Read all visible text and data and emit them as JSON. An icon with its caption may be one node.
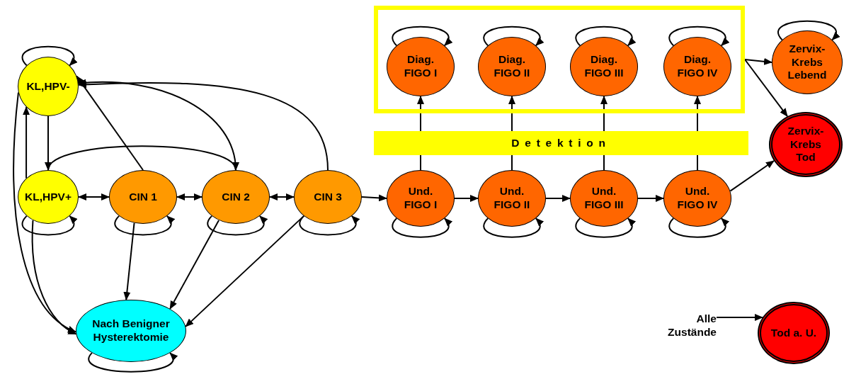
{
  "diagram": {
    "nodes": [
      {
        "text": [
          "KL,HPV-"
        ]
      },
      {
        "text": [],
        "shape": "box"
      },
      {
        "text": [
          "Diag. FIGO I"
        ],
        "in": 1
      },
      {
        "text": [
          "Diag. FIGO II"
        ],
        "in": 1
      },
      {
        "text": [
          "Diag. FIGO III"
        ],
        "in": 1
      },
      {
        "text": [
          "Diag. FIGO IV"
        ],
        "in": 1
      },
      {
        "text": [
          "Zervix- Krebs Lebend"
        ]
      },
      {
        "text": [
          "Detektion"
        ]
      },
      {
        "text": [
          "Zervix- Krebs Tod"
        ]
      },
      {
        "text": [
          "KL,HPV+"
        ]
      },
      {
        "text": [
          "CIN 1"
        ]
      },
      {
        "text": [
          "CIN 2"
        ]
      },
      {
        "text": [
          "CIN 3"
        ]
      },
      {
        "text": [
          "Und. FIGO I"
        ]
      },
      {
        "text": [
          "Und. FIGO II"
        ]
      },
      {
        "text": [
          "Und. FIGO III"
        ]
      },
      {
        "text": [
          "Und. FIGO IV"
        ]
      },
      {
        "text": [
          "Nach Benigner Hysterektomie"
        ]
      },
      {
        "text": [
          "Alle Zustände"
        ]
      },
      {
        "text": [
          "Tod a. U."
        ]
      }
    ],
    "edges": [
      {
        "from": 0,
        "to": 0,
        "arrow": "to"
      },
      {
        "from": 2,
        "to": 2,
        "arrow": "to"
      },
      {
        "from": 3,
        "to": 3,
        "arrow": "to"
      },
      {
        "from": 4,
        "to": 4,
        "arrow": "to"
      },
      {
        "from": 5,
        "to": 5,
        "arrow": "to"
      },
      {
        "from": 6,
        "to": 6,
        "arrow": "to"
      },
      {
        "from": 1,
        "to": 6,
        "arrow": "to"
      },
      {
        "from": 1,
        "to": 8,
        "arrow": "to"
      },
      {
        "from": 13,
        "to": 7,
        "arrow": "none"
      },
      {
        "from": 14,
        "to": 7,
        "arrow": "none"
      },
      {
        "from": 15,
        "to": 7,
        "arrow": "none"
      },
      {
        "from": 16,
        "to": 7,
        "arrow": "none"
      },
      {
        "from": 7,
        "to": 2,
        "arrow": "to"
      },
      {
        "from": 7,
        "to": 3,
        "arrow": "to"
      },
      {
        "from": 7,
        "to": 4,
        "arrow": "to"
      },
      {
        "from": 7,
        "to": 5,
        "arrow": "to"
      },
      {
        "from": 0,
        "to": 9,
        "arrow": "to"
      },
      {
        "from": 9,
        "to": 0,
        "arrow": "to"
      },
      {
        "from": 9,
        "to": 9,
        "arrow": "to"
      },
      {
        "from": 9,
        "to": 10,
        "arrow": "both"
      },
      {
        "from": 10,
        "to": 0,
        "arrow": "to"
      },
      {
        "from": 10,
        "to": 11,
        "arrow": "both"
      },
      {
        "from": 10,
        "to": 10,
        "arrow": "to"
      },
      {
        "from": 10,
        "to": 17,
        "arrow": "to"
      },
      {
        "from": 9,
        "to": 11,
        "arrow": "to"
      },
      {
        "from": 11,
        "to": 0,
        "arrow": "to"
      },
      {
        "from": 11,
        "to": 12,
        "arrow": "both"
      },
      {
        "from": 11,
        "to": 11,
        "arrow": "to"
      },
      {
        "from": 11,
        "to": 17,
        "arrow": "to"
      },
      {
        "from": 12,
        "to": 0,
        "arrow": "to"
      },
      {
        "from": 12,
        "to": 12,
        "arrow": "to"
      },
      {
        "from": 12,
        "to": 17,
        "arrow": "to"
      },
      {
        "from": 12,
        "to": 13,
        "arrow": "to"
      },
      {
        "from": 13,
        "to": 14,
        "arrow": "to"
      },
      {
        "from": 14,
        "to": 15,
        "arrow": "to"
      },
      {
        "from": 15,
        "to": 16,
        "arrow": "to"
      },
      {
        "from": 13,
        "to": 13,
        "arrow": "to"
      },
      {
        "from": 14,
        "to": 14,
        "arrow": "to"
      },
      {
        "from": 15,
        "to": 15,
        "arrow": "to"
      },
      {
        "from": 16,
        "to": 16,
        "arrow": "to"
      },
      {
        "from": 16,
        "to": 8,
        "arrow": "to"
      },
      {
        "from": 0,
        "to": 17,
        "arrow": "to"
      },
      {
        "from": 9,
        "to": 17,
        "arrow": "to"
      },
      {
        "from": 17,
        "to": 17,
        "arrow": "to"
      },
      {
        "from": 18,
        "to": 19,
        "arrow": "to"
      }
    ]
  }
}
